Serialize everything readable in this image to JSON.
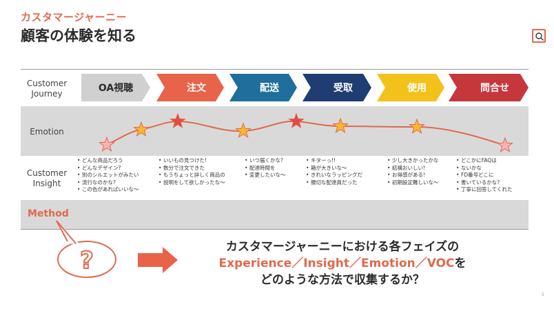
{
  "header": {
    "subtitle": "カスタマージャーニー",
    "title": "顧客の体験を知る"
  },
  "rows": {
    "journey_line1": "Customer",
    "journey_line2": "Journey",
    "emotion": "Emotion",
    "insight_line1": "Customer",
    "insight_line2": "Insight",
    "method": "Method"
  },
  "phases": [
    {
      "label": "OA視聴",
      "color": "#d0d0d0",
      "text_color": "#2b2b2b"
    },
    {
      "label": "注文",
      "color": "#e8634a",
      "text_color": "#ffffff"
    },
    {
      "label": "配送",
      "color": "#1f6e9c",
      "text_color": "#ffffff"
    },
    {
      "label": "受取",
      "color": "#1f3d73",
      "text_color": "#ffffff"
    },
    {
      "label": "使用",
      "color": "#f2c21b",
      "text_color": "#ffffff"
    },
    {
      "label": "問合せ",
      "color": "#c6373c",
      "text_color": "#ffffff"
    }
  ],
  "emotion_stars": [
    {
      "type": "pink"
    },
    {
      "type": "orange"
    },
    {
      "type": "red"
    },
    {
      "type": "orange"
    },
    {
      "type": "red"
    },
    {
      "type": "orange"
    },
    {
      "type": "orange"
    },
    {
      "type": "pink"
    }
  ],
  "insights": [
    [
      "どんな商品だろう",
      "どんなデザイン?",
      "別のシルエットがみたい",
      "流行なのかな?",
      "この色があればいいな〜"
    ],
    [
      "いいもの見つけた!",
      "数分で注文できた",
      "もうちょっと詳しく商品の",
      "説明をして欲しかったな〜"
    ],
    [
      "いつ届くかな?",
      "配達時間を",
      "変更したいな〜"
    ],
    [
      "キターっ!!",
      "箱が大きいな〜",
      "きれいなラッピングだ",
      "親切な配達員だった"
    ],
    [
      "少し大きかったかな",
      "結構おいしい!",
      "お得感がある!",
      "初期設定難しいな〜"
    ],
    [
      "どこかにFAQは",
      "ないかな",
      "FD番号どこに",
      "書いているかな?",
      "丁寧に回答してくれた"
    ]
  ],
  "cta": {
    "line1": "カスタマージャーニーにおける各フェイズの",
    "line2_accent": "Experience／Insight／Emotion／VOC",
    "line2_tail": "を",
    "line3": "どのような方法で収集するか？"
  },
  "bubble_symbol": "?",
  "page_number": "5",
  "colors": {
    "accent": "#e0694e",
    "band": "#d9d9d9",
    "curve": "#e0694e",
    "star_orange": "#f5b82e",
    "star_red": "#e04a4a",
    "star_pink": "#f7b3b3"
  },
  "icons": {
    "search": "search-icon",
    "bubble": "question-bubble-icon",
    "arrow": "right-arrow-icon"
  }
}
